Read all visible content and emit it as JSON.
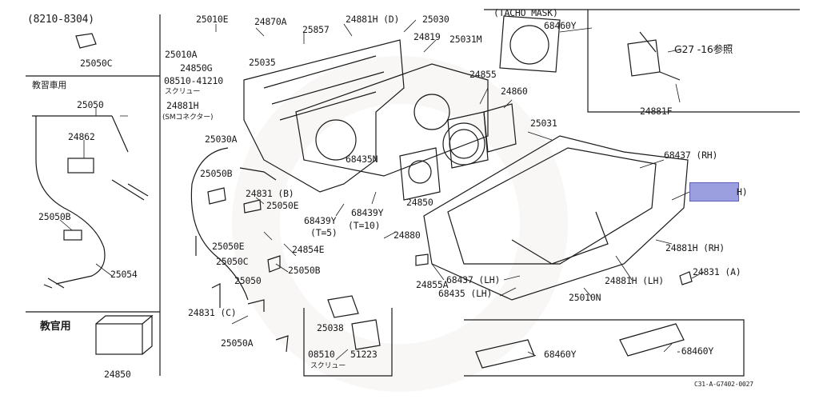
{
  "labels": {
    "date_range": "(8210-8304)",
    "p25050C": "25050C",
    "kyoushu_sha": "教習車用",
    "p25050": "25050",
    "p24862": "24862",
    "p25050B_l": "25050B",
    "p25054": "25054",
    "kyoukan": "教官用",
    "p24850_b": "24850",
    "p25010E": "25010E",
    "p25010A": "25010A",
    "p24850G": "24850G",
    "p08510_41210": "08510-41210",
    "screw_1": "スクリュー",
    "p24881H": "24881H",
    "sm_connector": "(SMコネクター)",
    "p25030A": "25030A",
    "p24870A": "24870A",
    "p25857": "25857",
    "p25035": "25035",
    "p24881H_D": "24881H (D)",
    "p25030": "25030",
    "p24819": "24819",
    "p25031M": "25031M",
    "tacho_mask": "(TACHO  MASK)",
    "p68460Y_t": "68460Y",
    "g27": "G27 -16参照",
    "p24881F": "24881F",
    "p24855": "24855",
    "p24860": "24860",
    "p25031": "25031",
    "p68437RH": "68437 (RH)",
    "rh_suffix": "H)",
    "p25050B_m": "25050B",
    "p24831B": "24831 (B)",
    "p25050E_1": "25050E",
    "p68435N": "68435N",
    "p68439Y_t5": "68439Y",
    "t5": "(T=5)",
    "p68439Y_t10": "68439Y",
    "t10": "(T=10)",
    "p24850_m": "24850",
    "p24880": "24880",
    "p24854E": "24854E",
    "p25050E_2": "25050E",
    "p25050C_m": "25050C",
    "p25050B_2": "25050B",
    "p25050_m": "25050",
    "p24831C": "24831 (C)",
    "p24855A": "24855A",
    "p68437LH": "68437 (LH)",
    "p68435LH": "68435 (LH)",
    "p25010N": "25010N",
    "p24881H_LH": "24881H (LH)",
    "p24881H_RH": "24881H (RH)",
    "p24831A": "24831 (A)",
    "p25038": "25038",
    "p25050A": "25050A",
    "p08510": "08510",
    "p51223": "51223",
    "screw_2": "スクリュー",
    "p68460Y_a": "68460Y",
    "p68460Y_b": "-68460Y",
    "diagram_code": "C31-A-G7402-0027"
  },
  "colors": {
    "highlight": "#9b9fe0",
    "line": "#1a1a1a"
  }
}
